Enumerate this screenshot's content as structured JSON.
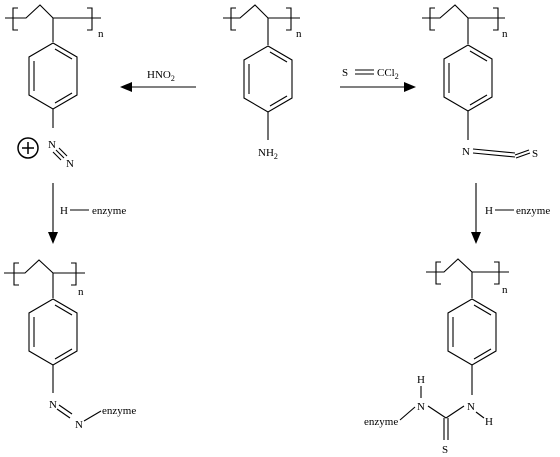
{
  "labels": {
    "repeat_n": "n",
    "center_amine": "NH",
    "center_amine_sub": "2",
    "reagent_left": "HNO",
    "reagent_left_sub": "2",
    "reagent_right_s": "S",
    "reagent_right_ccl": "CCl",
    "reagent_right_sub": "2",
    "diazonium_n": "N",
    "diazonium_n2": "N",
    "isothiocyanate_n": "N",
    "isothiocyanate_s": "S",
    "h_enzyme_left_h": "H",
    "h_enzyme_left_enzyme": "enzyme",
    "h_enzyme_right_h": "H",
    "h_enzyme_right_enzyme": "enzyme",
    "azo_n1": "N",
    "azo_n2": "N",
    "azo_enzyme": "enzyme",
    "thiourea_h1": "H",
    "thiourea_h2": "H",
    "thiourea_n1": "N",
    "thiourea_n2": "N",
    "thiourea_s": "S",
    "thiourea_enzyme": "enzyme",
    "plus_symbol": "+"
  }
}
